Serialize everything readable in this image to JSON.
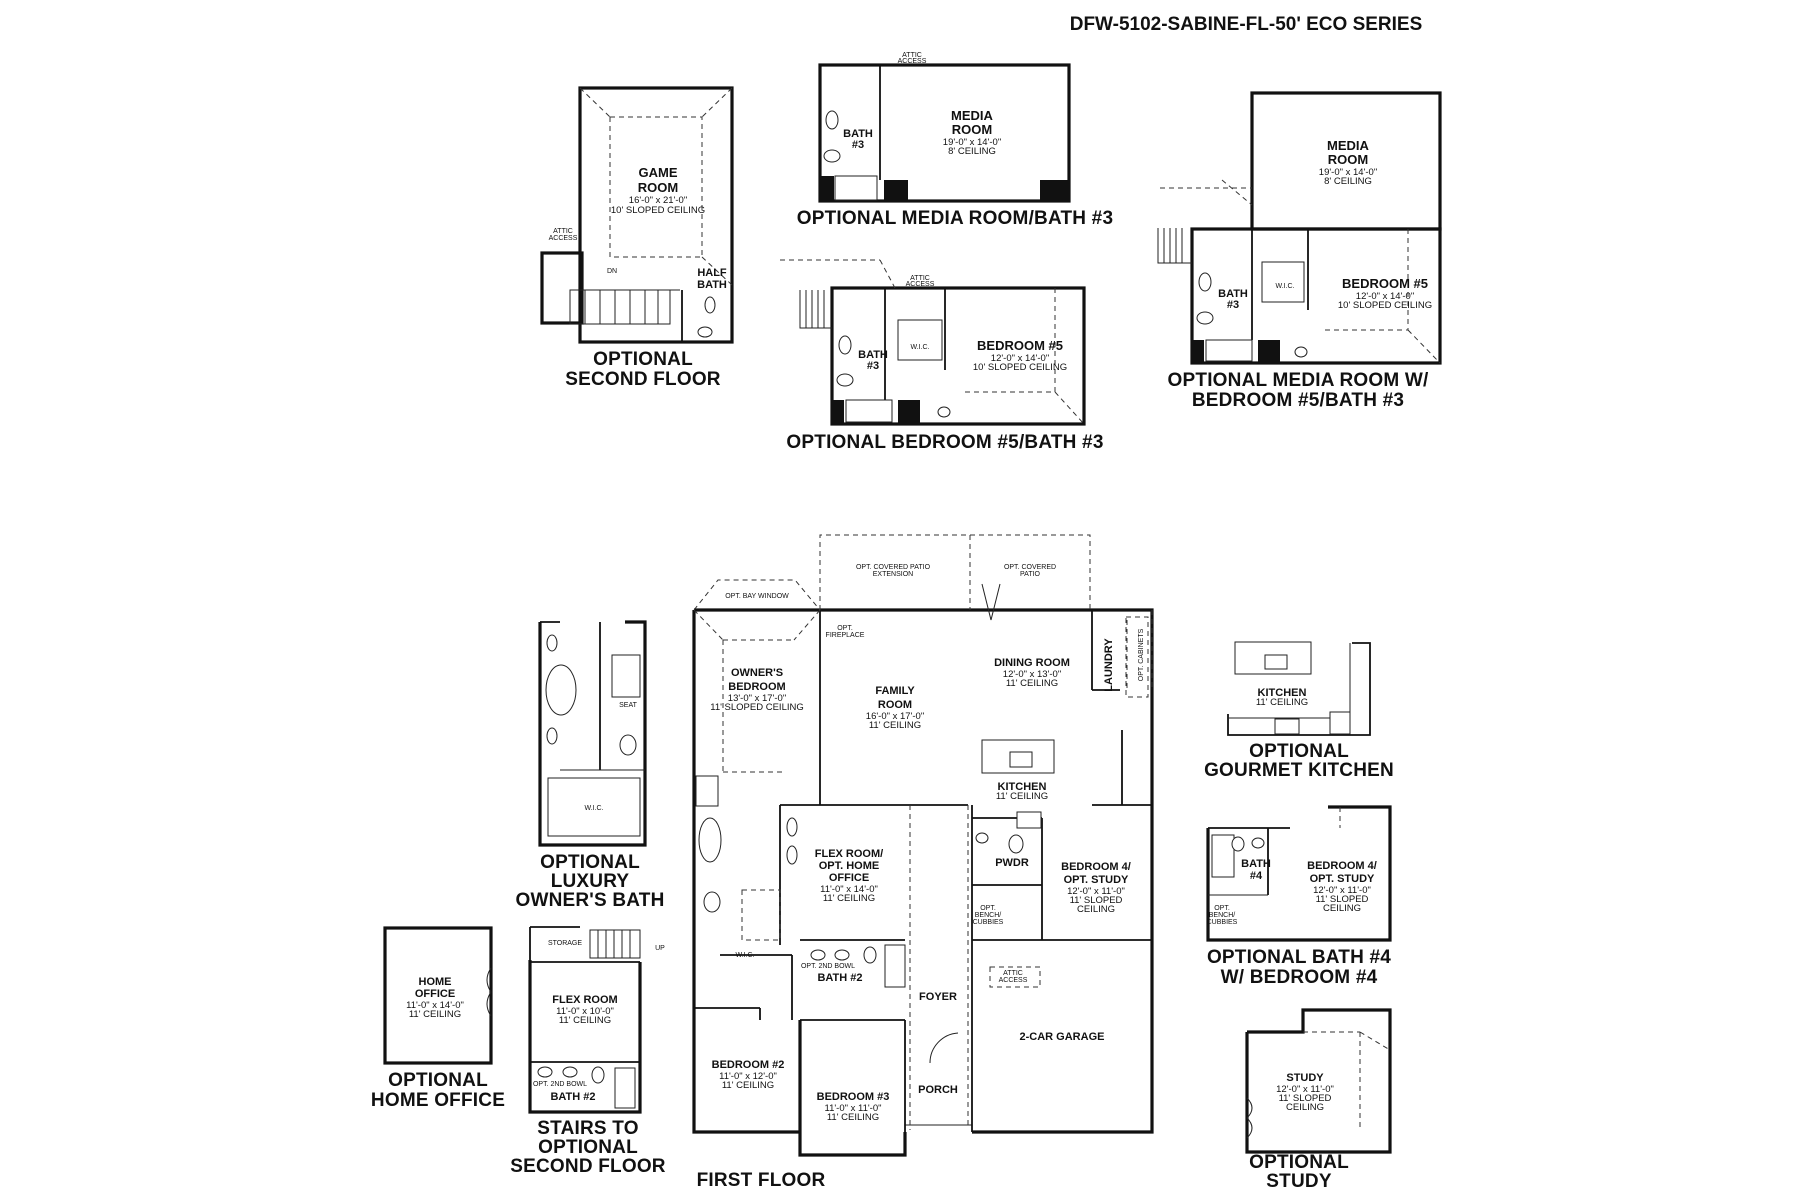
{
  "title": "DFW-5102-SABINE-FL-50' ECO SERIES",
  "captions": {
    "opt_second_floor": [
      "OPTIONAL",
      "SECOND FLOOR"
    ],
    "opt_media_bath3": "OPTIONAL MEDIA ROOM/BATH #3",
    "opt_bed5_bath3": "OPTIONAL BEDROOM #5/BATH #3",
    "opt_media_bed5_bath3": [
      "OPTIONAL MEDIA ROOM W/",
      "BEDROOM #5/BATH #3"
    ],
    "opt_luxury_bath": [
      "OPTIONAL",
      "LUXURY",
      "OWNER'S BATH"
    ],
    "opt_home_office": [
      "OPTIONAL",
      "HOME OFFICE"
    ],
    "stairs_opt_second": [
      "STAIRS TO",
      "OPTIONAL",
      "SECOND FLOOR"
    ],
    "first_floor": "FIRST FLOOR",
    "opt_gourmet_kitchen": [
      "OPTIONAL",
      "GOURMET KITCHEN"
    ],
    "opt_bath4_bed4": [
      "OPTIONAL BATH #4",
      "W/ BEDROOM #4"
    ],
    "opt_study": [
      "OPTIONAL",
      "STUDY"
    ]
  },
  "second_floor": {
    "game_room": {
      "name": [
        "GAME",
        "ROOM"
      ],
      "dim": "16'-0\" x 21'-0\"",
      "ceiling": "10' SLOPED CEILING"
    },
    "attic_access": [
      "ATTIC",
      "ACCESS"
    ],
    "half_bath": [
      "HALF",
      "BATH"
    ],
    "dn": "DN"
  },
  "media_option": {
    "media_room": {
      "name": [
        "MEDIA",
        "ROOM"
      ],
      "dim": "19'-0\" x 14'-0\"",
      "ceiling": "8' CEILING"
    },
    "bath3": [
      "BATH",
      "#3"
    ],
    "attic_access": [
      "ATTIC",
      "ACCESS"
    ]
  },
  "bed5_option": {
    "bedroom5": {
      "name": "BEDROOM #5",
      "dim": "12'-0\" x 14'-0\"",
      "ceiling": "10' SLOPED CEILING"
    },
    "bath3": [
      "BATH",
      "#3"
    ],
    "wic": "W.I.C.",
    "attic_access": [
      "ATTIC",
      "ACCESS"
    ]
  },
  "media_bed5_option": {
    "media_room": {
      "name": [
        "MEDIA",
        "ROOM"
      ],
      "dim": "19'-0\" x 14'-0\"",
      "ceiling": "8' CEILING"
    },
    "bedroom5": {
      "name": "BEDROOM #5",
      "dim": "12'-0\" x 14'-0\"",
      "ceiling": "10' SLOPED CEILING"
    },
    "bath3": [
      "BATH",
      "#3"
    ],
    "wic": "W.I.C."
  },
  "first_floor": {
    "owners_bedroom": {
      "name": [
        "OWNER'S",
        "BEDROOM"
      ],
      "dim": "13'-0\" x 17'-0\"",
      "ceiling": "11' SLOPED CEILING"
    },
    "family_room": {
      "name": [
        "FAMILY",
        "ROOM"
      ],
      "dim": "16'-0\" x 17'-0\"",
      "ceiling": "11' CEILING"
    },
    "dining_room": {
      "name": "DINING ROOM",
      "dim": "12'-0\" x 13'-0\"",
      "ceiling": "11' CEILING"
    },
    "kitchen": {
      "name": "KITCHEN",
      "ceiling": "11' CEILING"
    },
    "laundry": "LAUNDRY",
    "flex_room": {
      "name": [
        "FLEX ROOM/",
        "OPT. HOME",
        "OFFICE"
      ],
      "dim": "11'-0\" x 14'-0\"",
      "ceiling": "11' CEILING"
    },
    "pwdr": "PWDR",
    "bedroom4": {
      "name": [
        "BEDROOM 4/",
        "OPT. STUDY"
      ],
      "dim": "12'-0\" x 11'-0\"",
      "ceiling": [
        "11' SLOPED",
        "CEILING"
      ]
    },
    "bath2": "BATH #2",
    "opt_2nd_bowl": "OPT. 2ND BOWL",
    "wic": "W.I.C.",
    "bedroom2": {
      "name": "BEDROOM #2",
      "dim": "11'-0\" x 12'-0\"",
      "ceiling": "11' CEILING"
    },
    "bedroom3": {
      "name": "BEDROOM #3",
      "dim": "11'-0\" x 11'-0\"",
      "ceiling": "11' CEILING"
    },
    "foyer": "FOYER",
    "porch": "PORCH",
    "garage": "2-CAR GARAGE",
    "attic_access": [
      "ATTIC",
      "ACCESS"
    ],
    "opt_bay_window": "OPT. BAY WINDOW",
    "opt_covered_patio_ext": [
      "OPT. COVERED PATIO",
      "EXTENSION"
    ],
    "opt_covered_patio": [
      "OPT. COVERED",
      "PATIO"
    ],
    "opt_fireplace": [
      "OPT.",
      "FIREPLACE"
    ],
    "opt_bench_cubbies": [
      "OPT.",
      "BENCH/",
      "CUBBIES"
    ],
    "opt_cabinets": "OPT. CABINETS"
  },
  "luxury_bath": {
    "wic": "W.I.C.",
    "seat": "SEAT"
  },
  "home_office_option": {
    "name": [
      "HOME",
      "OFFICE"
    ],
    "dim": "11'-0\" x 14'-0\"",
    "ceiling": "11' CEILING"
  },
  "stairs_option": {
    "flex_room": {
      "name": "FLEX ROOM",
      "dim": "11'-0\" x 10'-0\"",
      "ceiling": "11' CEILING"
    },
    "storage": "STORAGE",
    "up": "UP",
    "bath2": "BATH #2",
    "opt_2nd_bowl": "OPT. 2ND BOWL"
  },
  "gourmet_kitchen": {
    "name": "KITCHEN",
    "ceiling": "11' CEILING"
  },
  "bath4_option": {
    "bath4": [
      "BATH",
      "#4"
    ],
    "bedroom4": {
      "name": [
        "BEDROOM 4/",
        "OPT. STUDY"
      ],
      "dim": "12'-0\" x 11'-0\"",
      "ceiling": [
        "11' SLOPED",
        "CEILING"
      ]
    },
    "opt_bench_cubbies": [
      "OPT.",
      "BENCH/",
      "CUBBIES"
    ]
  },
  "study_option": {
    "name": "STUDY",
    "dim": "12'-0\" x 11'-0\"",
    "ceiling": [
      "11' SLOPED",
      "CEILING"
    ]
  }
}
